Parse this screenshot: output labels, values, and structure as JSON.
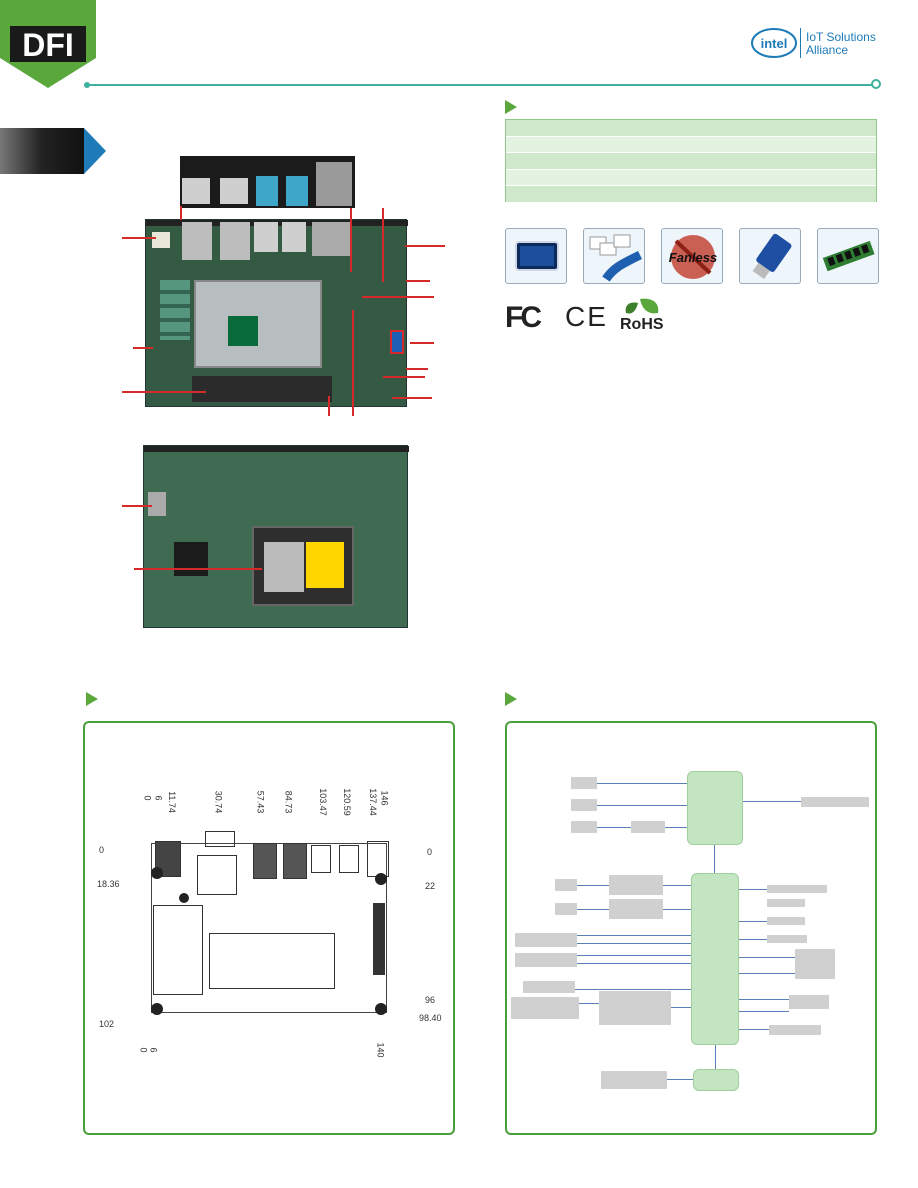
{
  "brand": {
    "logo_text": "DFI",
    "alliance_logo": "intel",
    "alliance_text_line1": "IoT Solutions",
    "alliance_text_line2": "Alliance"
  },
  "colors": {
    "accent_green": "#4a9e3a",
    "header_line": "#3db19d",
    "callout_red": "#d62a2a",
    "diagram_green": "#c4e5c2",
    "diagram_gray": "#d0d0d0",
    "diagram_line": "#5b7fb6"
  },
  "features": {
    "icons": [
      "display-icon",
      "multimedia-usb-icon",
      "fanless-icon",
      "usb-stick-icon",
      "memory-module-icon"
    ],
    "fanless_label": "Fanless"
  },
  "certifications": {
    "fcc": "FC",
    "ce": "CE",
    "rohs": "RoHS"
  },
  "dimensions": {
    "top_labels": [
      "0",
      "6",
      "11.74",
      "30.74",
      "57.43",
      "84.73",
      "103.47",
      "120.59",
      "137.44",
      "146"
    ],
    "left_labels": [
      "0",
      "18.36",
      "102"
    ],
    "right_labels": [
      "0",
      "22",
      "96",
      "98.40"
    ],
    "bottom_labels": [
      "0",
      "6",
      "140"
    ]
  }
}
